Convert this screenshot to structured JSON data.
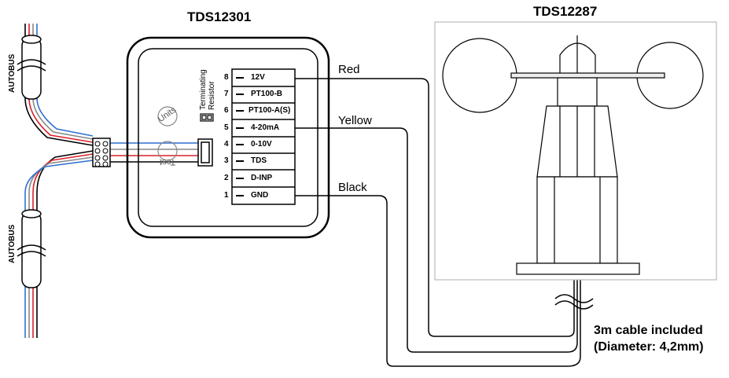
{
  "titles": {
    "module": "TDS12301",
    "sensor": "TDS12287"
  },
  "bus_labels": [
    "AUTOBUS",
    "AUTOBUS"
  ],
  "terminating_resistor": {
    "line1": "Terminating",
    "line2": "Resistor"
  },
  "knobs": {
    "upper": "Units",
    "lower": "Test"
  },
  "terminals": [
    {
      "num": "8",
      "label": "12V"
    },
    {
      "num": "7",
      "label": "PT100-B"
    },
    {
      "num": "6",
      "label": "PT100-A(S)"
    },
    {
      "num": "5",
      "label": "4-20mA"
    },
    {
      "num": "4",
      "label": "0-10V"
    },
    {
      "num": "3",
      "label": "TDS"
    },
    {
      "num": "2",
      "label": "D-INP"
    },
    {
      "num": "1",
      "label": "GND"
    }
  ],
  "wires": {
    "red": "Red",
    "yellow": "Yellow",
    "black": "Black"
  },
  "caption": {
    "line1": "3m cable included",
    "line2": "(Diameter: 4,2mm)"
  },
  "colors": {
    "bus_red": "#d9232a",
    "bus_blue": "#2e6fd1",
    "outline": "#000000"
  }
}
